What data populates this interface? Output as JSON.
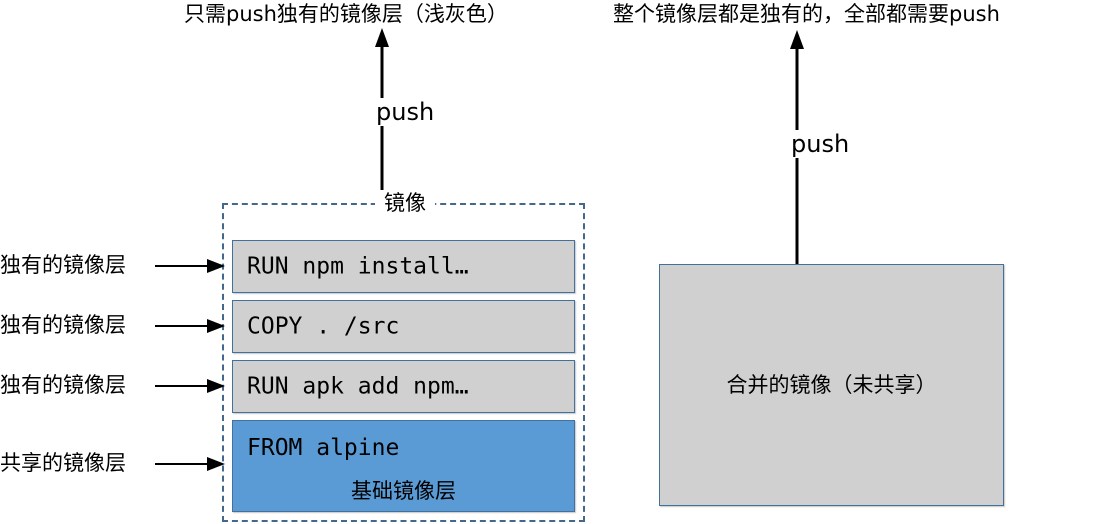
{
  "diagram": {
    "left": {
      "caption": "只需push独有的镜像层（浅灰色）",
      "push_label": "push",
      "group_title": "镜像",
      "layers": [
        {
          "command": "RUN npm install…",
          "annotation": "独有的镜像层",
          "style": "gray",
          "sublabel": ""
        },
        {
          "command": "COPY . /src",
          "annotation": "独有的镜像层",
          "style": "gray",
          "sublabel": ""
        },
        {
          "command": "RUN apk add npm…",
          "annotation": "独有的镜像层",
          "style": "gray",
          "sublabel": ""
        },
        {
          "command": "FROM alpine",
          "annotation": "共享的镜像层",
          "style": "blue",
          "sublabel": "基础镜像层"
        }
      ]
    },
    "right": {
      "caption": "整个镜像层都是独有的，全部都需要push",
      "push_label": "push",
      "box_label": "合并的镜像（未共享）"
    },
    "colors": {
      "unique_layer_fill": "#d0d0d0",
      "base_layer_fill": "#5b9bd5",
      "layer_border": "#41719c",
      "group_dashed_border": "#44688c",
      "text": "#000000",
      "background": "#ffffff"
    }
  }
}
